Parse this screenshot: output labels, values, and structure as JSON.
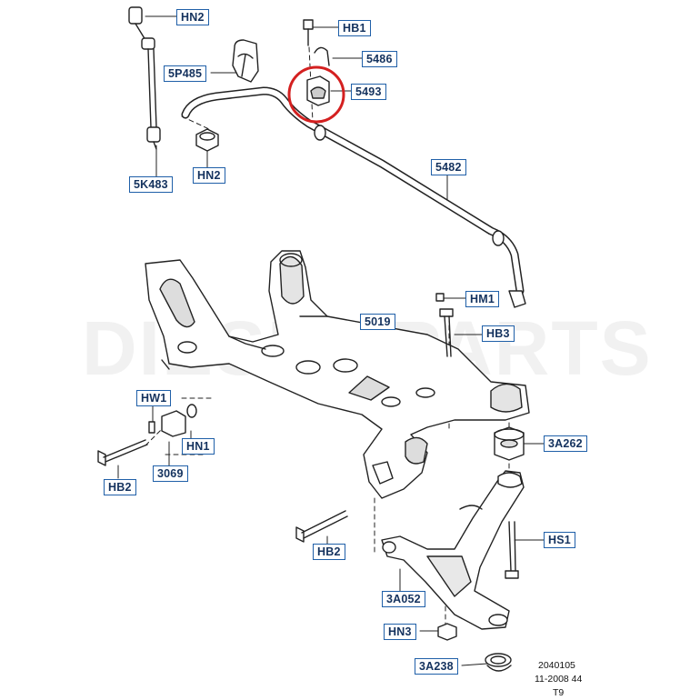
{
  "diagram": {
    "callouts": {
      "hn2_top": "HN2",
      "hb1": "HB1",
      "p5486": "5486",
      "p5p485": "5P485",
      "p5493": "5493",
      "p5k483": "5K483",
      "hn2_mid": "HN2",
      "p5482": "5482",
      "hm1": "HM1",
      "p5019": "5019",
      "hb3": "HB3",
      "hw1": "HW1",
      "hn1": "HN1",
      "p3a262": "3A262",
      "p3069": "3069",
      "hb2_left": "HB2",
      "hs1": "HS1",
      "hb2_mid": "HB2",
      "p3a052": "3A052",
      "hn3": "HN3",
      "p3a238": "3A238"
    },
    "reference": {
      "code": "2040105",
      "date": "11-2008 44",
      "sheet": "T9"
    },
    "watermark": "DIESEL PARTS",
    "highlight_color": "#d42020",
    "callout_color": "#1f5fa8"
  }
}
